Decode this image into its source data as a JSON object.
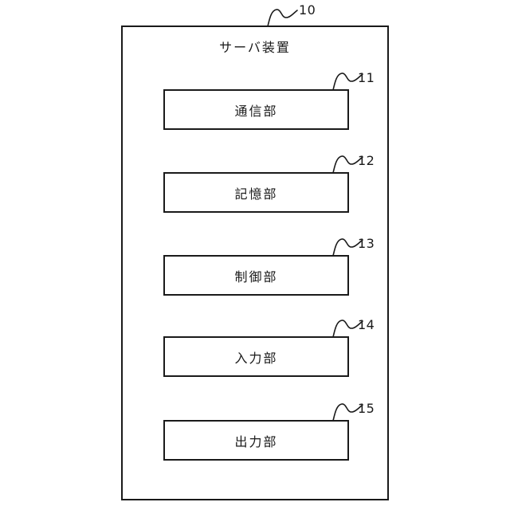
{
  "figure": {
    "title": "サーバ装置",
    "outer_ref": "10",
    "blocks": [
      {
        "ref": "11",
        "label": "通信部"
      },
      {
        "ref": "12",
        "label": "記憶部"
      },
      {
        "ref": "13",
        "label": "制御部"
      },
      {
        "ref": "14",
        "label": "入力部"
      },
      {
        "ref": "15",
        "label": "出力部"
      }
    ],
    "line_color": "#1a1a1a",
    "background_color": "#ffffff"
  }
}
